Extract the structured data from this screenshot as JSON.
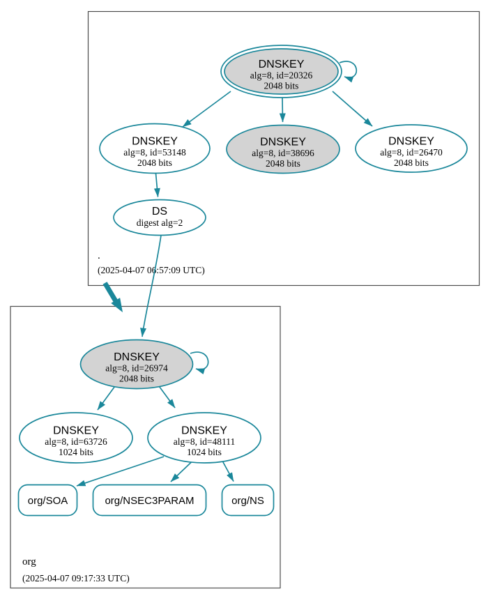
{
  "diagram": {
    "type": "dnssec-authentication-chain",
    "colors": {
      "edge": "#1a879a",
      "ksk_fill": "#d3d3d3",
      "node_fill": "#ffffff",
      "zone_border": "#4d4d4d",
      "text": "#000000"
    },
    "zones": {
      "root": {
        "label": ".",
        "timestamp": "(2025-04-07 06:57:09 UTC)"
      },
      "org": {
        "label": "org",
        "timestamp": "(2025-04-07 09:17:33 UTC)"
      }
    },
    "nodes": {
      "root_ksk": {
        "title": "DNSKEY",
        "detail1": "alg=8, id=20326",
        "detail2": "2048 bits"
      },
      "root_zsk_53148": {
        "title": "DNSKEY",
        "detail1": "alg=8, id=53148",
        "detail2": "2048 bits"
      },
      "root_zsk_38696": {
        "title": "DNSKEY",
        "detail1": "alg=8, id=38696",
        "detail2": "2048 bits"
      },
      "root_zsk_26470": {
        "title": "DNSKEY",
        "detail1": "alg=8, id=26470",
        "detail2": "2048 bits"
      },
      "root_ds": {
        "title": "DS",
        "detail1": "digest alg=2"
      },
      "org_ksk": {
        "title": "DNSKEY",
        "detail1": "alg=8, id=26974",
        "detail2": "2048 bits"
      },
      "org_zsk_63726": {
        "title": "DNSKEY",
        "detail1": "alg=8, id=63726",
        "detail2": "1024 bits"
      },
      "org_zsk_48111": {
        "title": "DNSKEY",
        "detail1": "alg=8, id=48111",
        "detail2": "1024 bits"
      },
      "org_soa": {
        "label": "org/SOA"
      },
      "org_nsec3param": {
        "label": "org/NSEC3PARAM"
      },
      "org_ns": {
        "label": "org/NS"
      }
    }
  }
}
